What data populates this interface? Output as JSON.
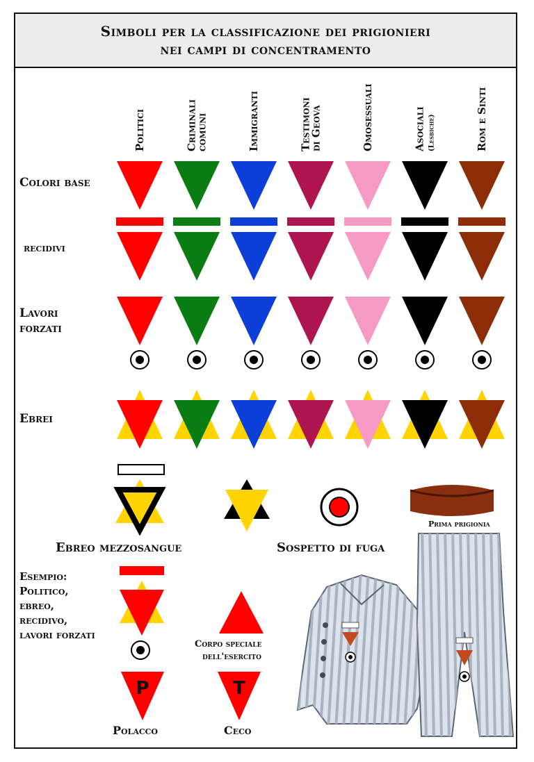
{
  "title": {
    "line1": "Simboli per la classificazione dei prigionieri",
    "line2": "nei campi di concentramento"
  },
  "columns": [
    {
      "id": "politici",
      "line1": "Politici",
      "line2": "",
      "small": "",
      "color": "#ff0000"
    },
    {
      "id": "criminali",
      "line1": "Criminali",
      "line2": "comuni",
      "small": "",
      "color": "#0a7d12"
    },
    {
      "id": "immigranti",
      "line1": "Immigranti",
      "line2": "",
      "small": "",
      "color": "#0b3fd8"
    },
    {
      "id": "testimoni",
      "line1": "Testimoni",
      "line2": "di Geova",
      "small": "",
      "color": "#ae1450"
    },
    {
      "id": "omosessuali",
      "line1": "Omosessuali",
      "line2": "",
      "small": "",
      "color": "#f49ac4"
    },
    {
      "id": "asociali",
      "line1": "Asociali",
      "line2": "",
      "small": "(Lesbiche)",
      "color": "#000000"
    },
    {
      "id": "rom",
      "line1": "Rom e Sinti",
      "line2": "",
      "small": "",
      "color": "#8c2d08"
    }
  ],
  "rows": {
    "colori_base": "Colori base",
    "recidivi": "recidivi",
    "lavori_forzati_1": "Lavori",
    "lavori_forzati_2": "forzati",
    "ebrei": "Ebrei"
  },
  "special": {
    "ebreo_mezzosangue": "Ebreo mezzosangue",
    "sospetto_di_fuga": "Sospetto di fuga",
    "prima_prigionia": "Prima prigionia",
    "esempio": [
      "Esempio:",
      "Politico,",
      "ebreo,",
      "recidivo,",
      "lavori forzati"
    ],
    "corpo_speciale_1": "Corpo speciale",
    "corpo_speciale_2": "dell'esercito",
    "polacco": "Polacco",
    "ceco": "Ceco",
    "letter_p": "P",
    "letter_t": "T"
  },
  "colors": {
    "yellow": "#ffd400",
    "red": "#ff0000",
    "uniform": "#dde3ec",
    "stripe": "#a9b3c2",
    "brown_band": "#8a2e10"
  }
}
